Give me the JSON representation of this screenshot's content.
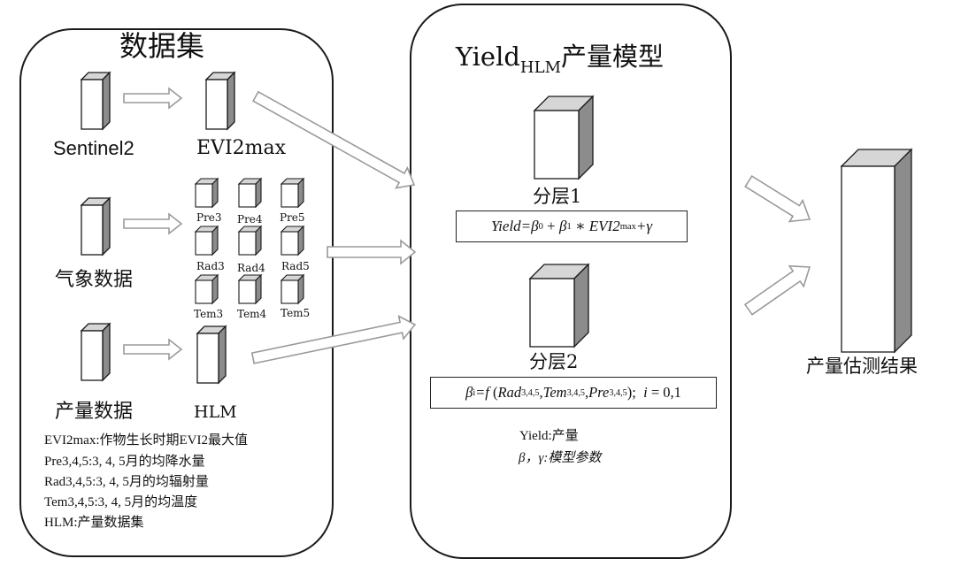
{
  "datasets_panel": {
    "title": "数据集",
    "sentinel_label": "Sentinel2",
    "evi_label": "EVI2max",
    "weather_label": "气象数据",
    "yield_label": "产量数据",
    "hlm_label": "HLM",
    "grid_labels": [
      "Pre3",
      "Pre4",
      "Pre5",
      "Rad3",
      "Rad4",
      "Rad5",
      "Tem3",
      "Tem4",
      "Tem5"
    ],
    "legend": [
      "EVI2max:作物生长时期EVI2最大值",
      "Pre3,4,5:3, 4, 5月的均降水量",
      "Rad3,4,5:3, 4, 5月的均辐射量",
      "Tem3,4,5:3, 4, 5月的均温度",
      "HLM:产量数据集"
    ]
  },
  "model_panel": {
    "title_main": "Yield",
    "title_sub": "HLM",
    "title_rest": "产量模型",
    "layer1_label": "分层1",
    "layer2_label": "分层2",
    "formula1": {
      "lhs": "Yield=",
      "b0": "β",
      "b0_sub": "0",
      "plus1": " + ",
      "b1": "β",
      "b1_sub": "1",
      "mult": " ∗ ",
      "evi": "EVI2",
      "evi_sub": "max",
      "tail": "+γ"
    },
    "formula2": {
      "beta": "β",
      "beta_sub": "i",
      "eq": "=f",
      "open": " (",
      "rad": "Rad",
      "rad_sub": "3,4,5",
      "sep1": ",",
      "tem": "Tem",
      "tem_sub": "3,4,5",
      "sep2": ",",
      "pre": "Pre",
      "pre_sub": "3,4,5",
      "close": ");  ",
      "i_part": "i",
      "i_val": " = 0,1"
    },
    "notes": [
      "Yield:产量",
      "β，γ:模型参数"
    ]
  },
  "result": {
    "label": "产量估测结果"
  },
  "colors": {
    "stroke": "#1a1a1a",
    "arrow": "#9a9a9a",
    "box_side": "#8c8c8c",
    "box_top": "#d6d6d6"
  }
}
